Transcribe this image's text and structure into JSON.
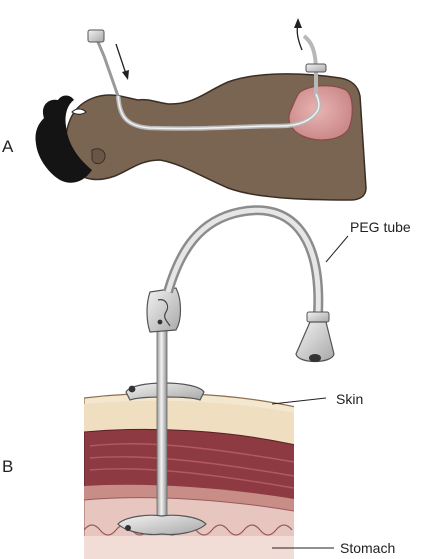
{
  "panels": [
    {
      "label": "A"
    },
    {
      "label": "B"
    }
  ],
  "callouts": {
    "peg_tube": "PEG tube",
    "skin": "Skin",
    "stomach": "Stomach"
  },
  "colors": {
    "skin_tone": "#7a6552",
    "hair": "#141414",
    "stomach_pink": "#d89a9a",
    "muscle_red": "#8e3a42",
    "fat_cream": "#f3e7cf",
    "stomach_wall": "#e8c6c0",
    "tube_gray": "#c8c8c8"
  }
}
